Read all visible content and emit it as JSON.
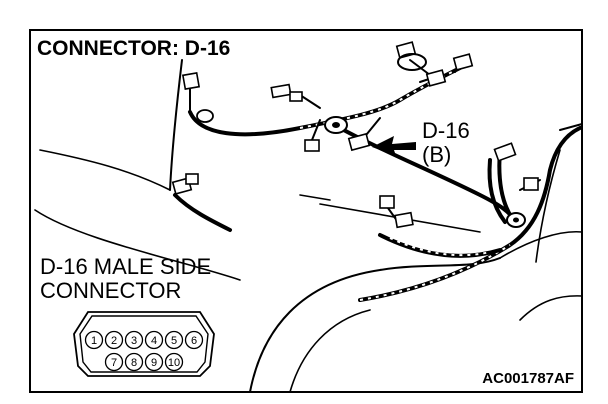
{
  "diagram": {
    "title": "CONNECTOR: D-16",
    "callout": {
      "line1": "D-16",
      "line2": "(B)"
    },
    "connector_label": {
      "line1": "D-16 MALE SIDE",
      "line2": "CONNECTOR"
    },
    "pins_top": [
      "1",
      "2",
      "3",
      "4",
      "5",
      "6"
    ],
    "pins_bottom": [
      "7",
      "8",
      "9",
      "10"
    ],
    "figure_code": "AC001787AF"
  }
}
